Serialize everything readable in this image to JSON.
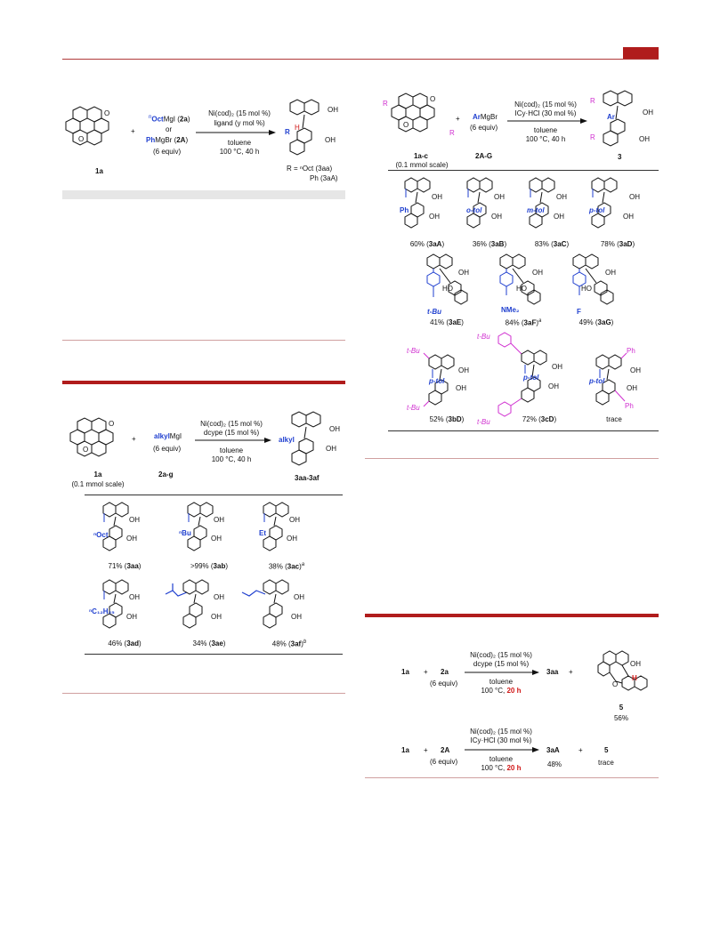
{
  "header": {
    "accent_color": "#b01c1c"
  },
  "panel_a": {
    "reagent_line1_prefix": "n",
    "reagent_line1_bold": "Oct",
    "reagent_line1_rest": "MgI (",
    "reagent_line1_id": "2a",
    "reagent_line1_close": ")",
    "or": "or",
    "reagent_line2_bold": "Ph",
    "reagent_line2_rest": "MgBr (",
    "reagent_line2_id": "2A",
    "reagent_line2_close": ")",
    "equiv": "(6 equiv)",
    "plus": "+",
    "cond1": "Ni(cod)₂ (15 mol %)",
    "cond2": "ligand (y mol %)",
    "cond3": "toluene",
    "cond4": "100 °C, 40 h",
    "sm_label": "1a",
    "prod_R": "R",
    "prod_H": "H",
    "prod_OH1": "OH",
    "prod_OH2": "OH",
    "legend1": "R = ⁿOct (3aa)",
    "legend2": "Ph (3aA)"
  },
  "panel_b": {
    "plus": "+",
    "reagent_bold": "Ar",
    "reagent_rest": "MgBr",
    "equiv": "(6 equiv)",
    "cond1": "Ni(cod)₂ (15 mol %)",
    "cond2": "ICy·HCl (30 mol %)",
    "cond3": "toluene",
    "cond4": "100 °C, 40 h",
    "sm_label": "1a-c",
    "sm_scale": "(0.1 mmol scale)",
    "reagent_label": "2A-G",
    "prod_label": "3",
    "prod_Ar": "Ar",
    "R": "R",
    "OH": "OH",
    "items_row1": [
      {
        "sub": "Ph",
        "yield": "60% (",
        "id": "3aA",
        "close": ")"
      },
      {
        "sub": "o-tol",
        "yield": "36% (",
        "id": "3aB",
        "close": ")"
      },
      {
        "sub": "m-tol",
        "yield": "83% (",
        "id": "3aC",
        "close": ")"
      },
      {
        "sub": "p-tol",
        "yield": "78% (",
        "id": "3aD",
        "close": ")"
      }
    ],
    "items_row2": [
      {
        "sub": "t-Bu",
        "yield": "41% (",
        "id": "3aE",
        "close": ")",
        "sup": ""
      },
      {
        "sub": "NMe₂",
        "yield": "84% (",
        "id": "3aF",
        "close": ")",
        "sup": "a"
      },
      {
        "sub": "F",
        "yield": "49% (",
        "id": "3aG",
        "close": ")",
        "sup": ""
      }
    ],
    "items_row3": [
      {
        "sub": "p-tol",
        "yield": "52% (",
        "id": "3bD",
        "close": ")",
        "ring": "t-Bu"
      },
      {
        "sub": "p-tol",
        "yield": "72% (",
        "id": "3cD",
        "close": ")",
        "ring": "t-Bu"
      },
      {
        "sub": "p-tol",
        "yield": "trace",
        "id": "",
        "close": "",
        "ring": "Ph"
      }
    ]
  },
  "panel_c": {
    "plus": "+",
    "reagent_bold": "alkyl",
    "reagent_rest": "MgI",
    "equiv": "(6 equiv)",
    "cond1": "Ni(cod)₂ (15 mol %)",
    "cond2": "dcype (15 mol %)",
    "cond3": "toluene",
    "cond4": "100 °C, 40 h",
    "sm_label": "1a",
    "sm_scale": "(0.1 mmol scale)",
    "reagent_label": "2a-g",
    "prod_label": "3aa-3af",
    "prod_alkyl": "alkyl",
    "OH": "OH",
    "items_row1": [
      {
        "sub": "ⁿOct",
        "yield": "71% (",
        "id": "3aa",
        "close": ")",
        "sup": ""
      },
      {
        "sub": "ⁿBu",
        "yield": ">99% (",
        "id": "3ab",
        "close": ")",
        "sup": ""
      },
      {
        "sub": "Et",
        "yield": "38% (",
        "id": "3ac",
        "close": ")",
        "sup": "a"
      }
    ],
    "items_row2": [
      {
        "sub": "ⁿC₁₂H₂₅",
        "yield": "46% (",
        "id": "3ad",
        "close": ")",
        "sup": ""
      },
      {
        "sub": "",
        "yield": "34% (",
        "id": "3ae",
        "close": ")",
        "sup": ""
      },
      {
        "sub": "",
        "yield": "48% (",
        "id": "3af",
        "close": ")",
        "sup": "b"
      }
    ]
  },
  "panel_d": {
    "r1_sm": "1a",
    "r1_plus": "+",
    "r1_reagent": "2a",
    "r1_equiv": "(6 equiv)",
    "r1_cond1": "Ni(cod)₂ (15 mol %)",
    "r1_cond2": "dcype (15 mol %)",
    "r1_cond3": "toluene",
    "r1_cond4a": "100 °C, ",
    "r1_cond4b": "20 h",
    "r1_prod": "3aa",
    "r1_plus2": "+",
    "r1_label5": "5",
    "r1_yield5": "56%",
    "r1_OH": "OH",
    "r1_H": "H",
    "r2_sm": "1a",
    "r2_plus": "+",
    "r2_reagent": "2A",
    "r2_equiv": "(6 equiv)",
    "r2_cond1": "Ni(cod)₂ (15 mol %)",
    "r2_cond2": "ICy·HCl (30 mol %)",
    "r2_cond3": "toluene",
    "r2_cond4a": "100 °C, ",
    "r2_cond4b": "20 h",
    "r2_prod": "3aA",
    "r2_prod_yield": "48%",
    "r2_plus2": "+",
    "r2_5": "5",
    "r2_5_yield": "trace"
  }
}
